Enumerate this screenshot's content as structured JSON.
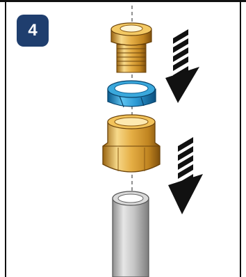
{
  "step": {
    "number": "4"
  },
  "colors": {
    "badge": "#1f3e6e",
    "brass_light": "#f6d27a",
    "brass": "#e0a93c",
    "brass_dark": "#a06b14",
    "clip_blue": "#2f9fd8",
    "clip_blue_dark": "#0b5f94",
    "pipe_grey": "#c9c9c9",
    "arrow": "#111111"
  },
  "icons": [
    "insert-part",
    "clip-ring",
    "nut-part",
    "pipe-part",
    "down-arrow"
  ]
}
